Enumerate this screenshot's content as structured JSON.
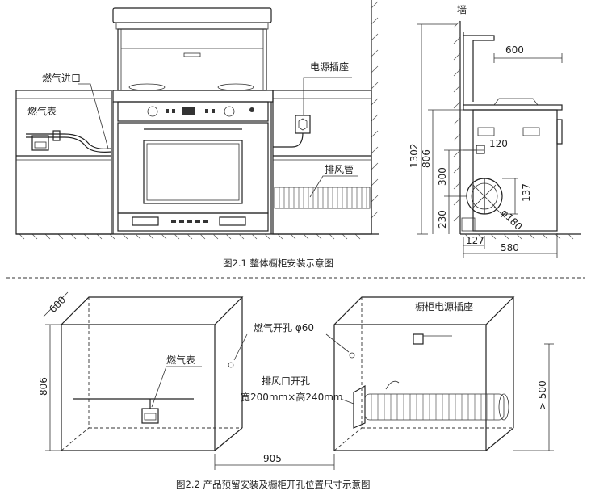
{
  "figure1": {
    "labels": {
      "gas_inlet": "燃气进口",
      "gas_meter": "燃气表",
      "power_socket": "电源插座",
      "exhaust_pipe": "排风管",
      "wall": "墙"
    },
    "dimensions": {
      "depth_top": "600",
      "height_total": "1302",
      "height_cabinet": "806",
      "h300": "300",
      "h230": "230",
      "w120": "120",
      "w137": "137",
      "diameter": "φ180",
      "w127": "127",
      "w580": "580"
    },
    "caption": "图2.1  整体橱柜安装示意图"
  },
  "figure2": {
    "labels": {
      "gas_hole": "燃气开孔 φ60",
      "socket": "橱柜电源插座",
      "gas_meter": "燃气表",
      "vent_hole": "排风口开孔",
      "vent_size": "宽200mm×高240mm"
    },
    "dimensions": {
      "depth": "600",
      "height": "806",
      "gap": "905",
      "min_h": "> 500"
    },
    "caption": "图2.2  产品预留安装及橱柜开孔位置尺寸示意图"
  }
}
